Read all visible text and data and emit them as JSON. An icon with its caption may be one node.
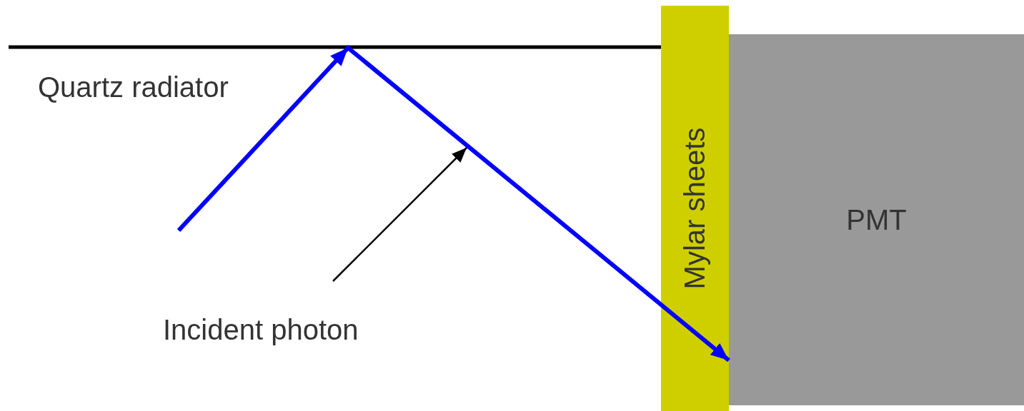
{
  "diagram": {
    "nodes": [
      {
        "text": [
          "Mylar sheets"
        ]
      },
      {
        "text": [
          "PMT"
        ]
      },
      {
        "text": [
          "Incident photon"
        ]
      }
    ],
    "edges": [
      {
        "from": null,
        "to": 1,
        "arrow": "to",
        "style": "thick",
        "color": "#0000ff"
      },
      {
        "from": 2,
        "to": null,
        "arrow": "to",
        "color": "#000000"
      }
    ],
    "labels": [
      "Quartz radiator"
    ]
  }
}
